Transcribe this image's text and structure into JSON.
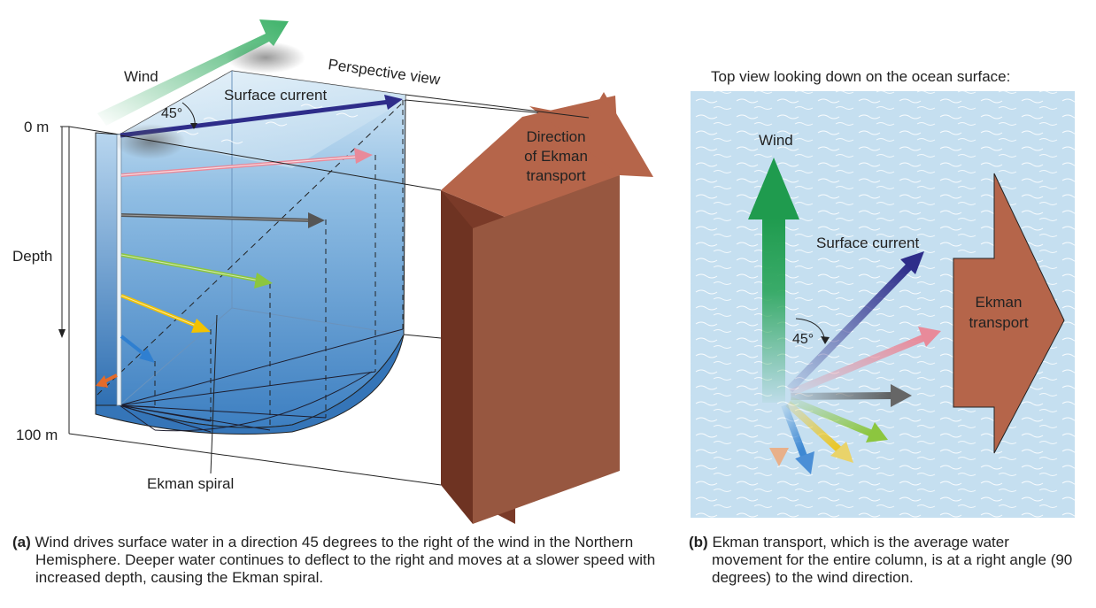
{
  "panel_a": {
    "label": "(a)",
    "caption": "Wind drives surface water in a direction 45 degrees to the right of the wind in the Northern Hemisphere. Deeper water continues to deflect to the right and moves at a slower speed with increased depth, causing the Ekman spiral.",
    "wind_label": "Wind",
    "perspective_label": "Perspective view",
    "surface_current_label": "Surface current",
    "angle_label": "45°",
    "depth_top_label": "0 m",
    "depth_label": "Depth",
    "depth_bottom_label": "100 m",
    "spiral_label": "Ekman spiral",
    "transport_label_lines": [
      "Direction",
      "of Ekman",
      "transport"
    ]
  },
  "panel_b": {
    "label": "(b)",
    "caption": "Ekman transport, which is the average water movement for the entire column, is at a right angle (90 degrees) to the wind direction.",
    "title": "Top view looking down on the ocean surface:",
    "wind_label": "Wind",
    "surface_current_label": "Surface current",
    "angle_label": "45°",
    "transport_label_lines": [
      "Ekman",
      "transport"
    ]
  },
  "colors": {
    "water_light": "#cfe3f1",
    "water_dark": "#3f7fbe",
    "transport_face": "#b5654a",
    "transport_side": "#7a3a28",
    "wind_green": "#2aa55a",
    "current_navy": "#2e2d8a",
    "arrow_pink": "#e88a9a",
    "arrow_gray": "#555555",
    "arrow_green": "#8cc63f",
    "arrow_yellow": "#f2c200",
    "arrow_blue": "#2f7fd0",
    "arrow_orange": "#e36b2a"
  }
}
